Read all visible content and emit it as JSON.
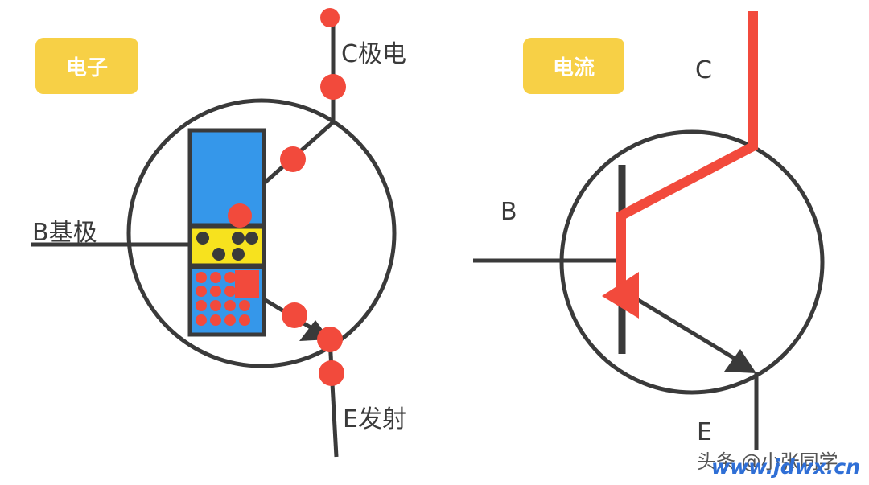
{
  "left_panel": {
    "badge": "电子",
    "collector_label": "C极电",
    "base_label": "B基极",
    "emitter_label": "E发射"
  },
  "right_panel": {
    "badge": "电流",
    "collector_label": "C",
    "base_label": "B",
    "emitter_label": "E"
  },
  "watermark": {
    "author": "头条 @小张同学",
    "site": "www.jdwx.cn"
  },
  "colors": {
    "badge": "#f7d046",
    "electron": "#f24a3c",
    "current": "#f24a3c",
    "n_region": "#3597ea",
    "p_region": "#f7e21e",
    "outline": "#3a3a3a"
  }
}
